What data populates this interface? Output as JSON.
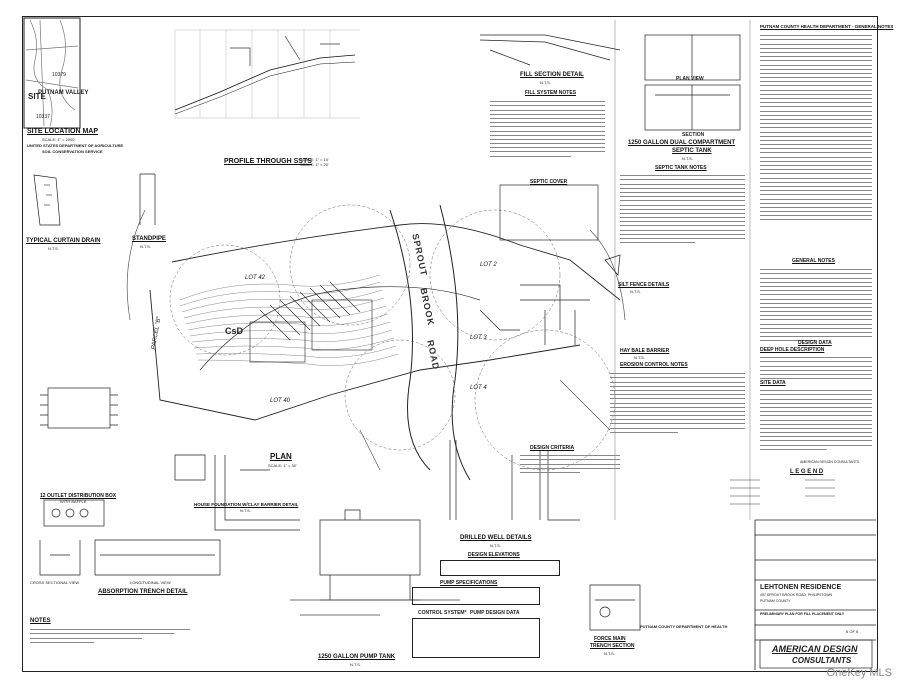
{
  "watermark": "OneKey MLS",
  "site_map": {
    "title": "SITE LOCATION MAP",
    "scale": "SCALE: 1\" = 2000'",
    "source_line1": "UNITED STATES DEPARTMENT OF AGRICULTURE",
    "source_line2": "SOIL CONSERVATION SERVICE",
    "town_label": "PUTNAM VALLEY",
    "site_label": "SITE",
    "map_num_a": "10379",
    "map_num_b": "10337"
  },
  "profile": {
    "title": "PROFILE THROUGH SSTS",
    "vscale": "SCALE: 1\" = 10'",
    "hscale": "SCALE: 1\" = 20'"
  },
  "curtain_drain": {
    "title": "TYPICAL CURTAIN DRAIN",
    "scale": "N.T.S."
  },
  "standpipe": {
    "title": "STANDPIPE",
    "scale": "N.T.S."
  },
  "plan": {
    "title": "PLAN",
    "scale": "SCALE: 1\" = 30'",
    "road_name_1": "SPROUT",
    "road_name_2": "BROOK",
    "road_name_3": "ROAD",
    "lot_labels": [
      "LOT 42",
      "LOT 40",
      "LOT 2",
      "LOT 3",
      "LOT 4",
      "PARCEL \"B\"",
      "CsD"
    ]
  },
  "distribution_box": {
    "title": "12 OUTLET DISTRIBUTION BOX",
    "sub": "WITH BAFFLE"
  },
  "house_foundation": {
    "title": "HOUSE FOUNDATION W/CLAY BARRIER DETAIL",
    "scale": "N.T.S."
  },
  "absorption_trench": {
    "title": "ABSORPTION TRENCH DETAIL",
    "sub1": "CROSS SECTIONAL VIEW",
    "sub2": "LONGITUDINAL VIEW"
  },
  "pump_tank": {
    "title": "1250 GALLON PUMP TANK",
    "scale": "N.T.S."
  },
  "well": {
    "title": "DRILLED WELL DETAILS",
    "scale": "N.T.S."
  },
  "design_elevations": {
    "title": "DESIGN ELEVATIONS"
  },
  "pump_specs": {
    "title": "PUMP SPECIFICATIONS"
  },
  "control_system": {
    "title": "CONTROL SYSTEM*"
  },
  "pump_design": {
    "title": "PUMP DESIGN DATA"
  },
  "fill_section": {
    "title": "FILL SECTION DETAIL",
    "scale": "N.T.S."
  },
  "fill_notes": {
    "title": "FILL SYSTEM NOTES"
  },
  "septic_tank": {
    "title1": "1250 GALLON DUAL COMPARTMENT",
    "title2": "SEPTIC TANK",
    "scale": "N.T.S.",
    "plan_view": "PLAN VIEW",
    "section": "SECTION"
  },
  "septic_notes": {
    "title": "SEPTIC TANK NOTES"
  },
  "septic_cover": {
    "title": "SEPTIC COVER"
  },
  "silt_fence": {
    "title": "SILT FENCE DETAILS",
    "scale": "N.T.S."
  },
  "hay_bale": {
    "title": "HAY BALE BARRIER",
    "scale": "N.T.S."
  },
  "erosion_notes": {
    "title": "EROSION CONTROL NOTES"
  },
  "design_criteria": {
    "title": "DESIGN CRITERIA"
  },
  "health_notes": {
    "title": "PUTNAM COUNTY HEALTH DEPARTMENT - GENERAL NOTES"
  },
  "general_notes": {
    "title": "GENERAL NOTES"
  },
  "design_data": {
    "title": "DESIGN DATA"
  },
  "deep_hole": {
    "title": "DEEP HOLE DESCRIPTION"
  },
  "site_data": {
    "title": "SITE DATA"
  },
  "legend": {
    "title": "L E G E N D"
  },
  "notes": {
    "title": "NOTES"
  },
  "force_main": {
    "title1": "FORCE MAIN",
    "title2": "TRENCH SECTION",
    "scale": "N.T.S."
  },
  "title_block": {
    "project": "LEHTONEN RESIDENCE",
    "address": "457 SPROUT BROOK ROAD, PHILIPSTOWN",
    "county": "PUTNAM COUNTY",
    "sheet_title": "PRELIMINARY PLAN FOR FILL PLACEMENT ONLY",
    "consultants_1": "AMERICAN DESIGN",
    "consultants_2": "CONSULTANTS",
    "health_dept": "PUTNAM COUNTY DEPARTMENT OF HEALTH",
    "sheet_no": "6 OF 6",
    "stamp_label": "AMERICAN DESIGN CONSULTANTS"
  }
}
